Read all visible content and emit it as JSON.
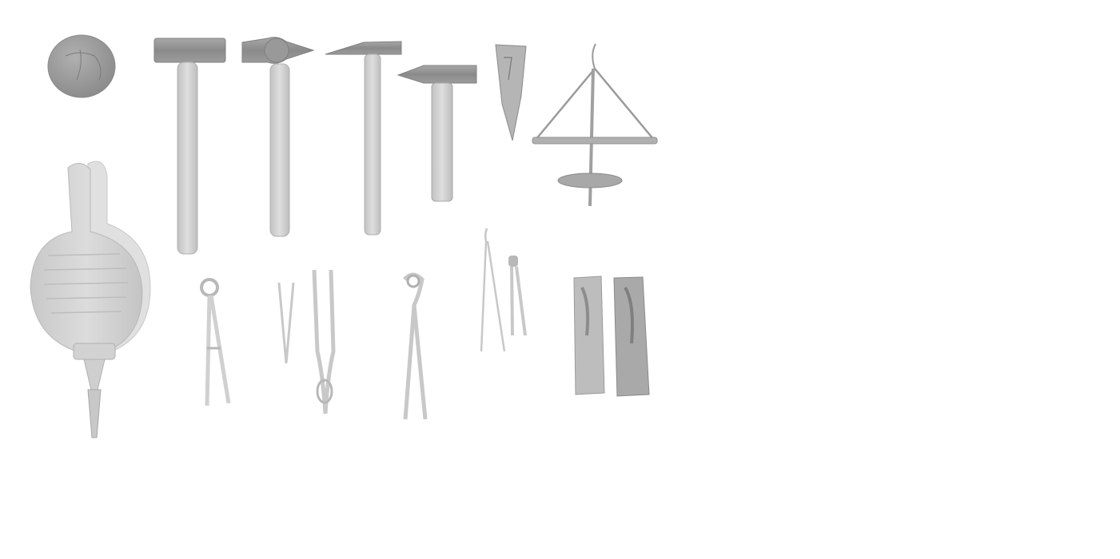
{
  "scene": {
    "background": "#ffffff",
    "palette": {
      "dark_metal": "#8d8d8d",
      "mid_metal": "#b4b4b4",
      "light_metal": "#d6d6d6",
      "wood": "#cfcfcf",
      "outline": "#9a9a9a"
    },
    "objects": [
      "round-anvil-stone",
      "sledge-hammer",
      "ball-peen-hammer",
      "cross-peen-hammer",
      "small-hammer",
      "chisel-wedge",
      "balance-scale",
      "hand-bellows",
      "compass-dividers",
      "small-tweezers",
      "fork-tongs",
      "nippers-pliers",
      "long-tongs",
      "short-tongs",
      "punch-block-left",
      "punch-block-right"
    ]
  }
}
